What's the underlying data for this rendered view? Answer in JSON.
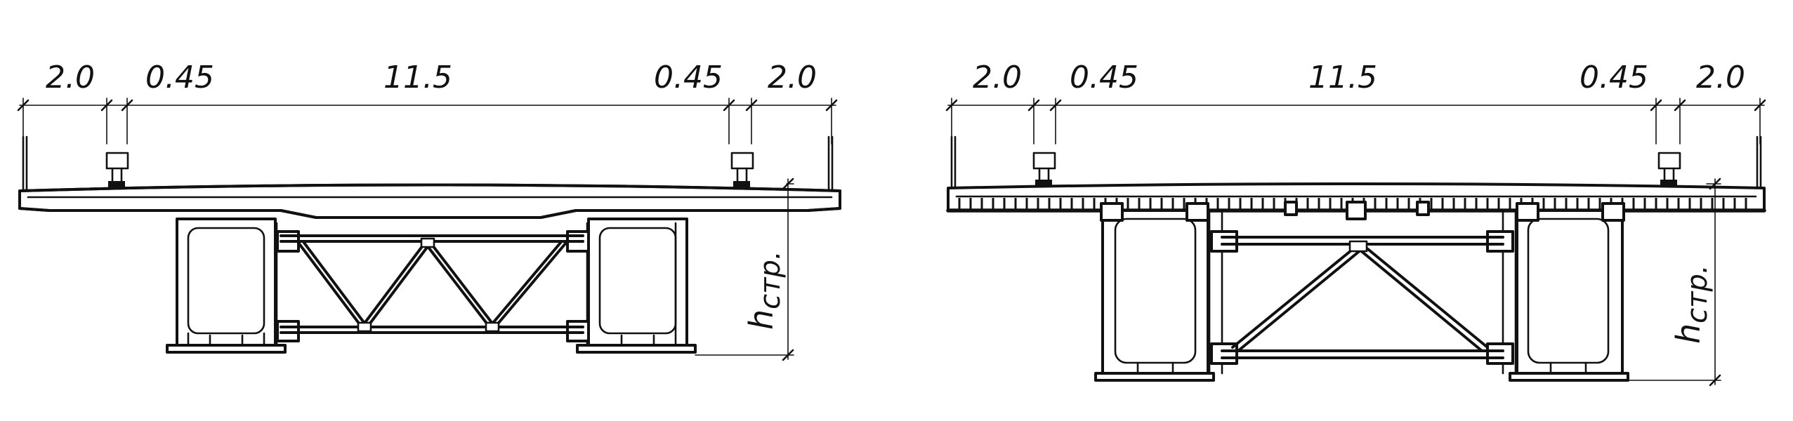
{
  "left": {
    "dims": [
      "2.0",
      "0.45",
      "11.5",
      "0.45",
      "2.0"
    ],
    "height_label_main": "h",
    "height_label_sub": "стр."
  },
  "right": {
    "dims": [
      "2.0",
      "0.45",
      "11.5",
      "0.45",
      "2.0"
    ],
    "height_label_main": "h",
    "height_label_sub": "стр."
  }
}
